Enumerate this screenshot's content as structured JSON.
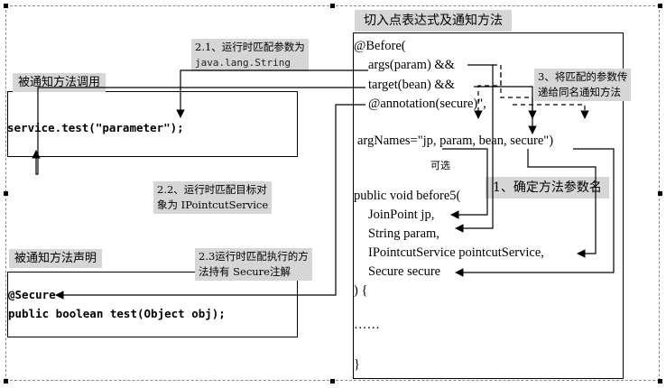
{
  "right_panel": {
    "title": "切入点表达式及通知方法",
    "lines": [
      "@Before(",
      "args(param) &&",
      "target(bean) &&",
      "@annotation(secure)\",",
      "argNames=\"jp, param, bean, secure\")",
      "public void before5(",
      "JoinPoint jp,",
      "String param,",
      "IPointcutService pointcutService,",
      "Secure secure",
      ") {",
      "……",
      "}"
    ],
    "optional_label": "可选"
  },
  "call_box": {
    "title": "被通知方法调用",
    "code": "service.test(\"parameter\");"
  },
  "decl_box": {
    "title": "被通知方法声明",
    "code_lines": [
      "@Secure",
      "public boolean test(Object obj);"
    ]
  },
  "notes": {
    "n21_line1": "2.1、运行时匹配参数为",
    "n21_line2": "java.lang.String",
    "n22_line1": "2.2、运行时匹配目标对",
    "n22_line2": "象为 IPointcutService",
    "n23_line1": "2.3运行时匹配执行的方",
    "n23_line2": "法持有 Secure注解",
    "n3_line1": "3、将匹配的参数传",
    "n3_line2": "递给同名通知方法",
    "n1": "1、确定方法参数名"
  },
  "colors": {
    "label_bg": "#d6d6d6",
    "line": "#000000"
  }
}
